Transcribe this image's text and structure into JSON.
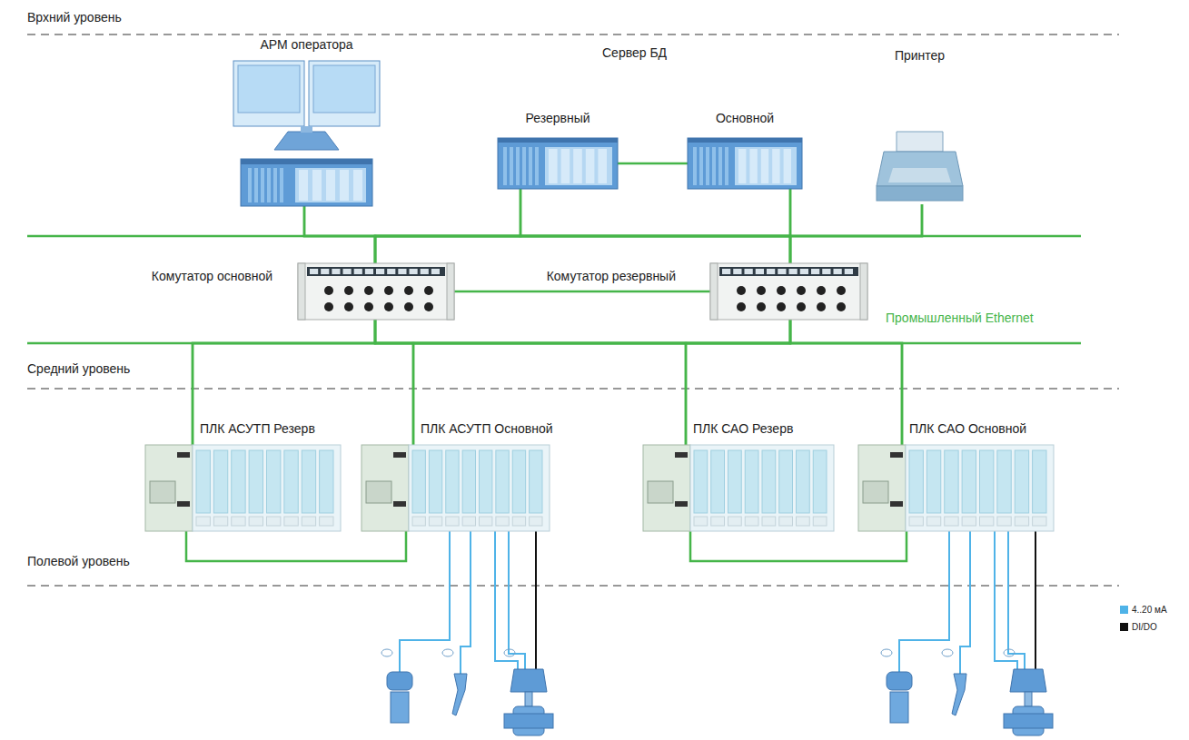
{
  "diagram": {
    "nodes": [
      {
        "text": [
          "АРМ оператора"
        ]
      },
      {
        "text": [
          "Резервный"
        ]
      },
      {
        "text": [
          "Основной"
        ]
      },
      {
        "text": [
          "Принтер"
        ]
      },
      {
        "text": [
          "Комутатор основной"
        ]
      },
      {
        "text": [
          "Комутатор резервный"
        ]
      },
      {
        "text": [
          "ПЛК АСУТП Резерв"
        ]
      },
      {
        "text": [
          "ПЛК АСУТП Основной"
        ]
      },
      {
        "text": [
          "ПЛК САО Резерв"
        ]
      },
      {
        "text": [
          "ПЛК САО Основной"
        ]
      }
    ],
    "edges": [
      {
        "from": 1,
        "to": 2,
        "arrow": "none"
      },
      {
        "from": 0,
        "to": 4,
        "arrow": "none"
      },
      {
        "from": 0,
        "to": 5,
        "arrow": "none"
      },
      {
        "from": 1,
        "to": 4,
        "arrow": "none"
      },
      {
        "from": 1,
        "to": 5,
        "arrow": "none"
      },
      {
        "from": 2,
        "to": 4,
        "arrow": "none"
      },
      {
        "from": 2,
        "to": 5,
        "arrow": "none"
      },
      {
        "from": 3,
        "to": 4,
        "arrow": "none"
      },
      {
        "from": 3,
        "to": 5,
        "arrow": "none"
      },
      {
        "from": 4,
        "to": 5,
        "arrow": "none"
      },
      {
        "from": 4,
        "to": 6,
        "arrow": "none"
      },
      {
        "from": 4,
        "to": 7,
        "arrow": "none"
      },
      {
        "from": 4,
        "to": 8,
        "arrow": "none"
      },
      {
        "from": 4,
        "to": 9,
        "arrow": "none"
      },
      {
        "from": 5,
        "to": 6,
        "arrow": "none"
      },
      {
        "from": 5,
        "to": 7,
        "arrow": "none"
      },
      {
        "from": 5,
        "to": 8,
        "arrow": "none"
      },
      {
        "from": 5,
        "to": 9,
        "arrow": "none"
      },
      {
        "from": 6,
        "to": 7,
        "arrow": "none"
      },
      {
        "from": 8,
        "to": 9,
        "arrow": "none"
      }
    ],
    "labels": [
      "Врхний уровень",
      "Сервер БД",
      "Промышленный Ethernet",
      "Средний уровень",
      "Полевой уровень"
    ],
    "legend": [
      {
        "text": "4..20 мА",
        "color": "#4fb3e8"
      },
      {
        "text": "DI/DO",
        "color": "#111111"
      }
    ]
  }
}
